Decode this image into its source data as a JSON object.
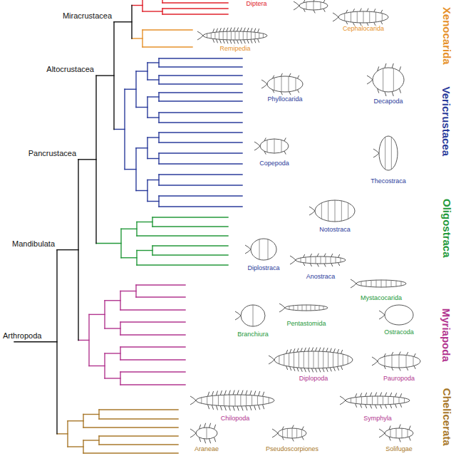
{
  "diagram": {
    "labels": [
      "Miracrustacea",
      "Altocrustacea",
      "Pancrustacea",
      "Mandibulata",
      "Arthropoda",
      "Diptera",
      "Cephalocarida",
      "Remipedia",
      "Phyllocarida",
      "Decapoda",
      "Copepoda",
      "Thecostraca",
      "Notostraca",
      "Diplostraca",
      "Anostraca",
      "Mystacocarida",
      "Pentastomida",
      "Branchiura",
      "Ostracoda",
      "Diplopoda",
      "Pauropoda",
      "Chilopoda",
      "Symphyla",
      "Araneae",
      "Pseudoscorpiones",
      "Solifugae",
      "Xenocarida",
      "Vericrustacea",
      "Oligostraca",
      "Myriapoda",
      "Chelicerata"
    ]
  }
}
